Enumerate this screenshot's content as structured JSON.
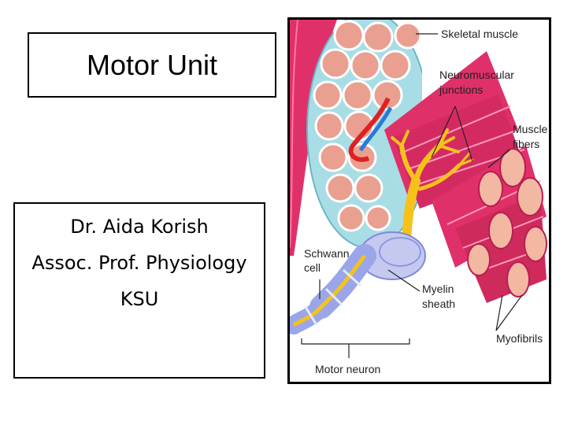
{
  "slide": {
    "title": "Motor Unit",
    "author_lines": [
      "Dr. Aida Korish",
      "Assoc. Prof. Physiology",
      "KSU"
    ]
  },
  "figure": {
    "labels": {
      "skeletal_muscle": "Skeletal muscle",
      "nmj_1": "Neuromuscular",
      "nmj_2": "junctions",
      "muscle_fibers_1": "Muscle",
      "muscle_fibers_2": "fibers",
      "schwann_1": "Schwann",
      "schwann_2": "cell",
      "myelin_1": "Myelin",
      "myelin_2": "sheath",
      "myofibrils": "Myofibrils",
      "motor_neuron": "Motor neuron"
    },
    "colors": {
      "muscle": "#e0306a",
      "muscle_dark": "#b81e50",
      "fascicle": "#e9a090",
      "connective": "#a9dde6",
      "nerve": "#f6c21a",
      "myelin": "#9aa6e8",
      "vessel_red": "#e02020",
      "vessel_blue": "#2a7ad8"
    }
  }
}
